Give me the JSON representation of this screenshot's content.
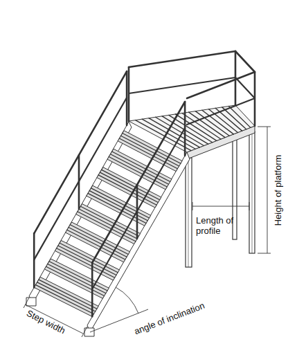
{
  "diagram": {
    "labels": [
      "Height of platform",
      "Length of profile",
      "Step width",
      "angle of inclination"
    ]
  }
}
